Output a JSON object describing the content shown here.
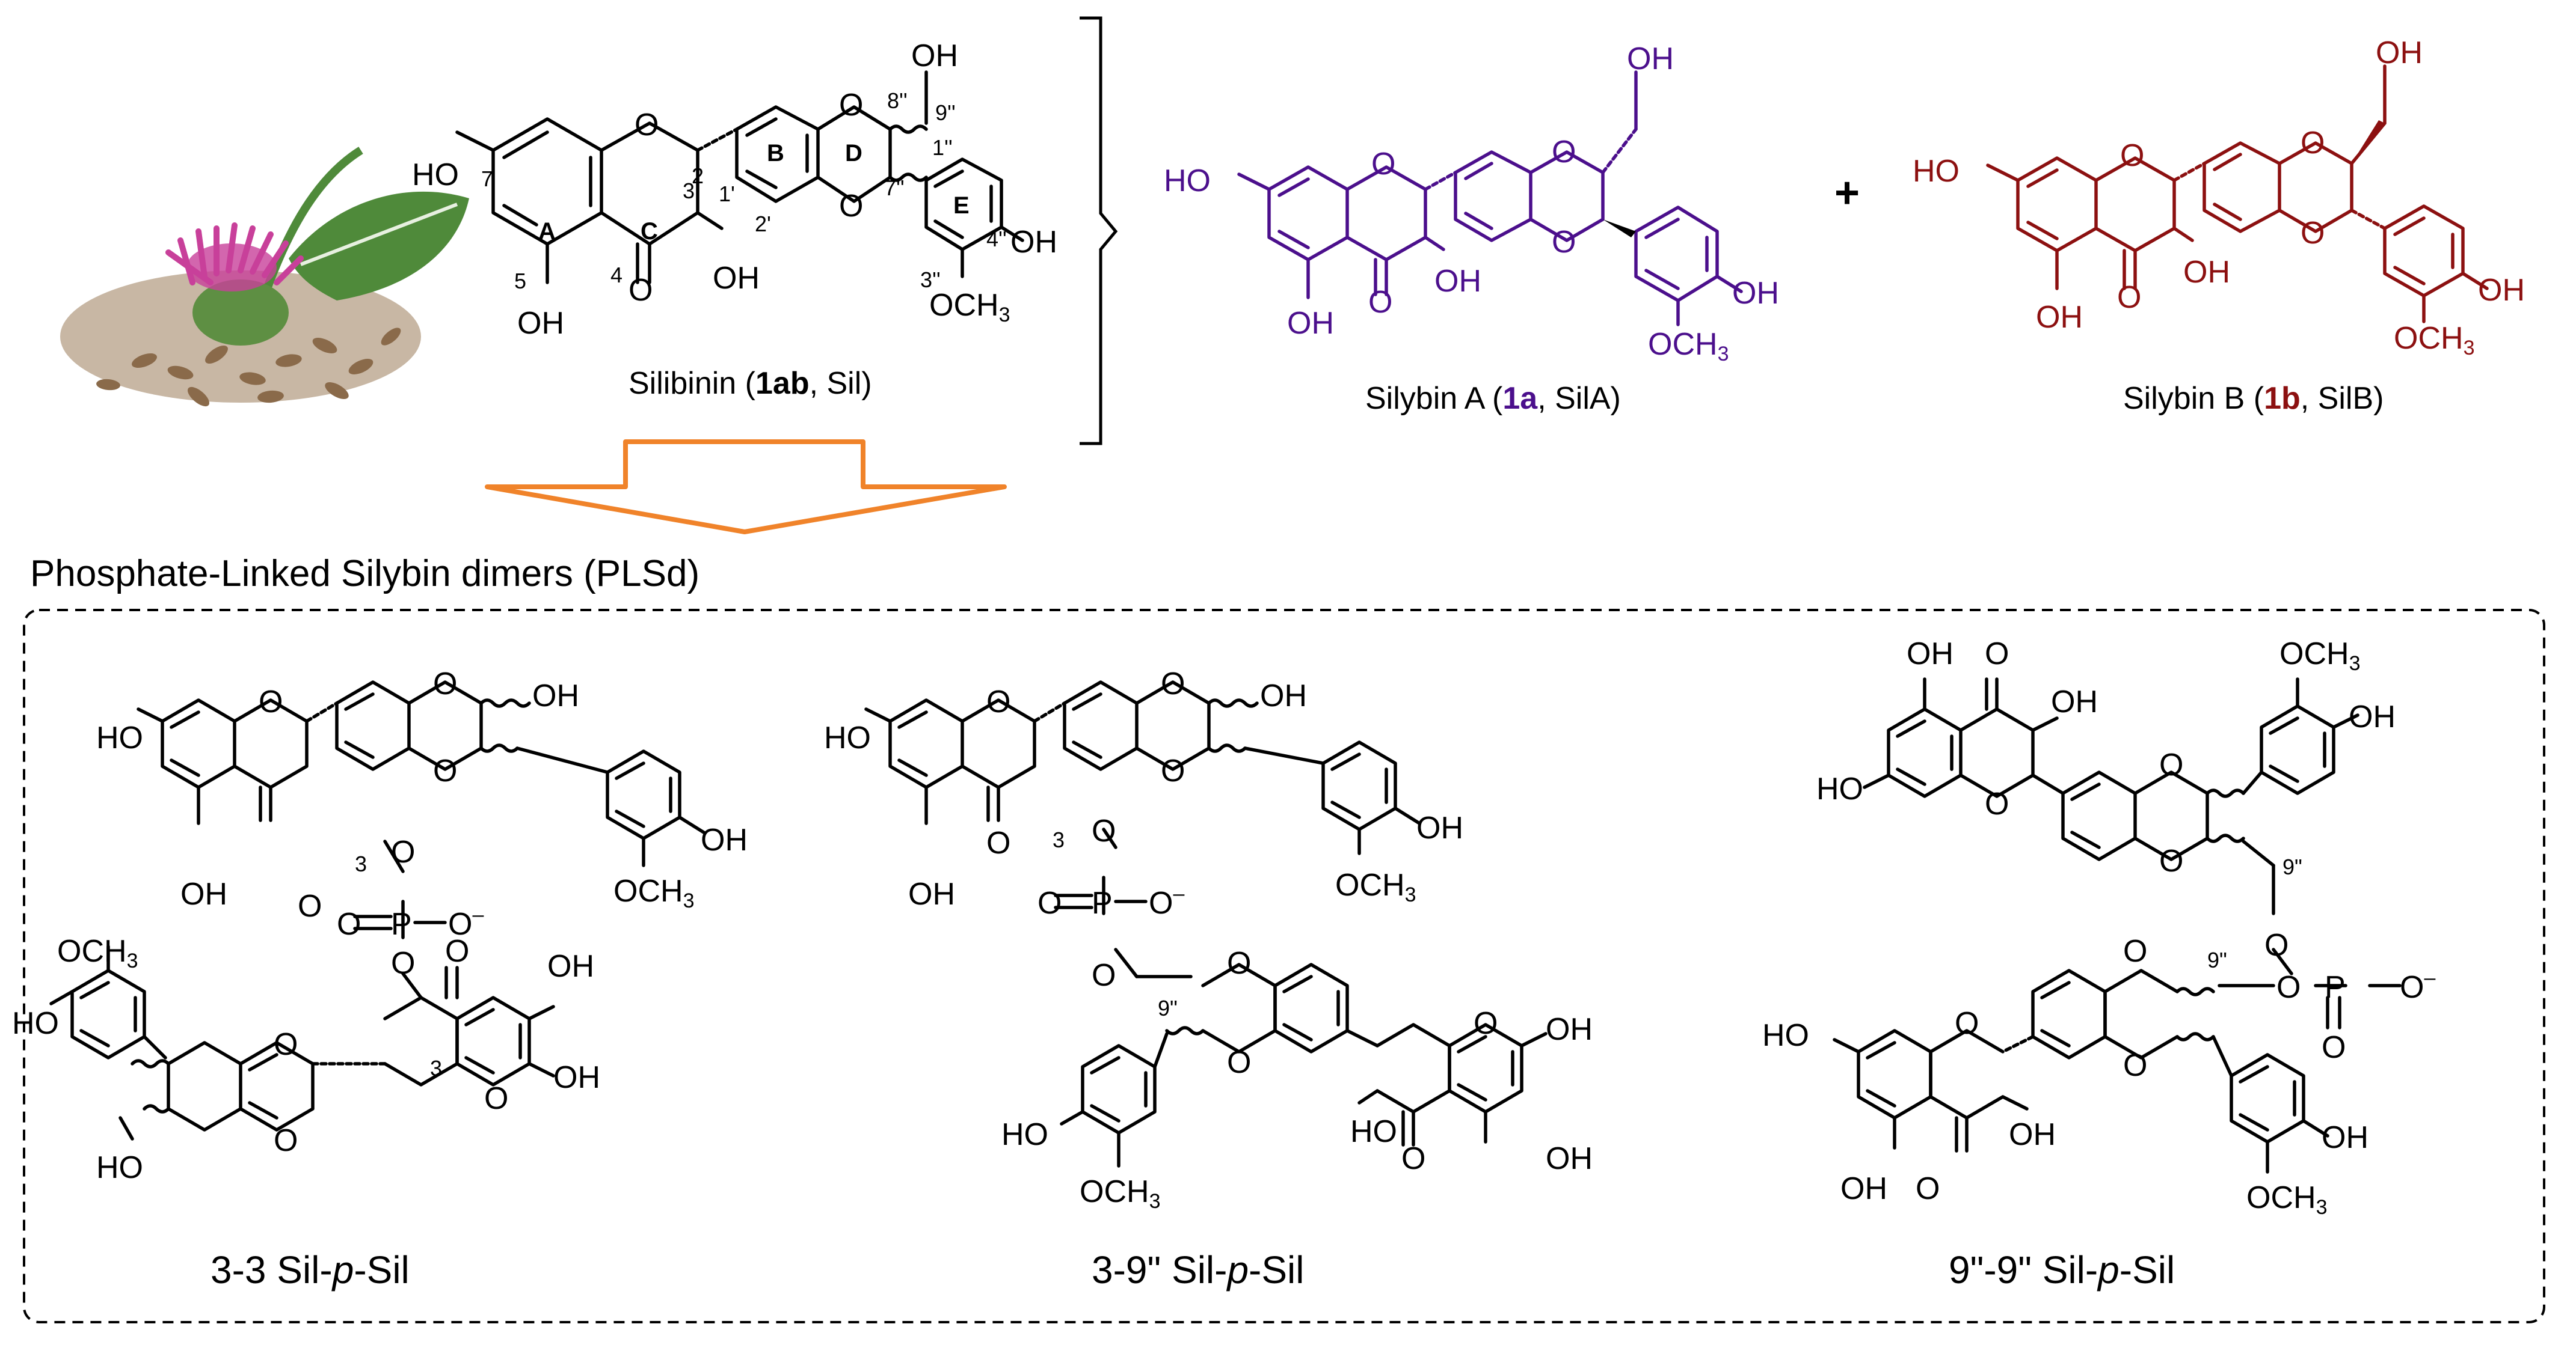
{
  "top": {
    "sil_caption": {
      "pre": "Silibinin (",
      "bold": "1ab",
      "post": ", Sil)"
    },
    "silA_caption": {
      "pre": "Silybin A (",
      "bold": "1a",
      "post": ", SilA)"
    },
    "silB_caption": {
      "pre": "Silybin B (",
      "bold": "1b",
      "post": ", SilB)"
    },
    "plus": "+",
    "ring_labels": [
      "A",
      "C",
      "B",
      "D",
      "E"
    ],
    "position_labels": [
      "7",
      "5",
      "4",
      "3",
      "2",
      "1'",
      "2'",
      "8''",
      "9''",
      "7''",
      "1''",
      "4''",
      "3''"
    ],
    "groups": {
      "ho": "HO",
      "oh": "OH",
      "o": "O",
      "och3": "OCH",
      "sub3": "3"
    }
  },
  "bottom": {
    "title": "Phosphate-Linked Silybin dimers (PLSd)",
    "p": "P",
    "o_minus": "O",
    "minus": "–",
    "compounds": [
      {
        "caption_pre": "3-3 Sil-",
        "caption_italic": "p",
        "caption_post": "-Sil"
      },
      {
        "caption_pre": "3-9\" Sil-",
        "caption_italic": "p",
        "caption_post": "-Sil"
      },
      {
        "caption_pre": "9\"-9\" Sil-",
        "caption_italic": "p",
        "caption_post": "-Sil"
      }
    ],
    "position_labels": [
      "3",
      "9\""
    ]
  },
  "colors": {
    "silA": "#4b0f8c",
    "silB": "#8c1010",
    "arrow": "#f0832a",
    "thistle_flower": "#c8409a",
    "leaf": "#4f8a3a",
    "seed": "#8a6a4a"
  }
}
